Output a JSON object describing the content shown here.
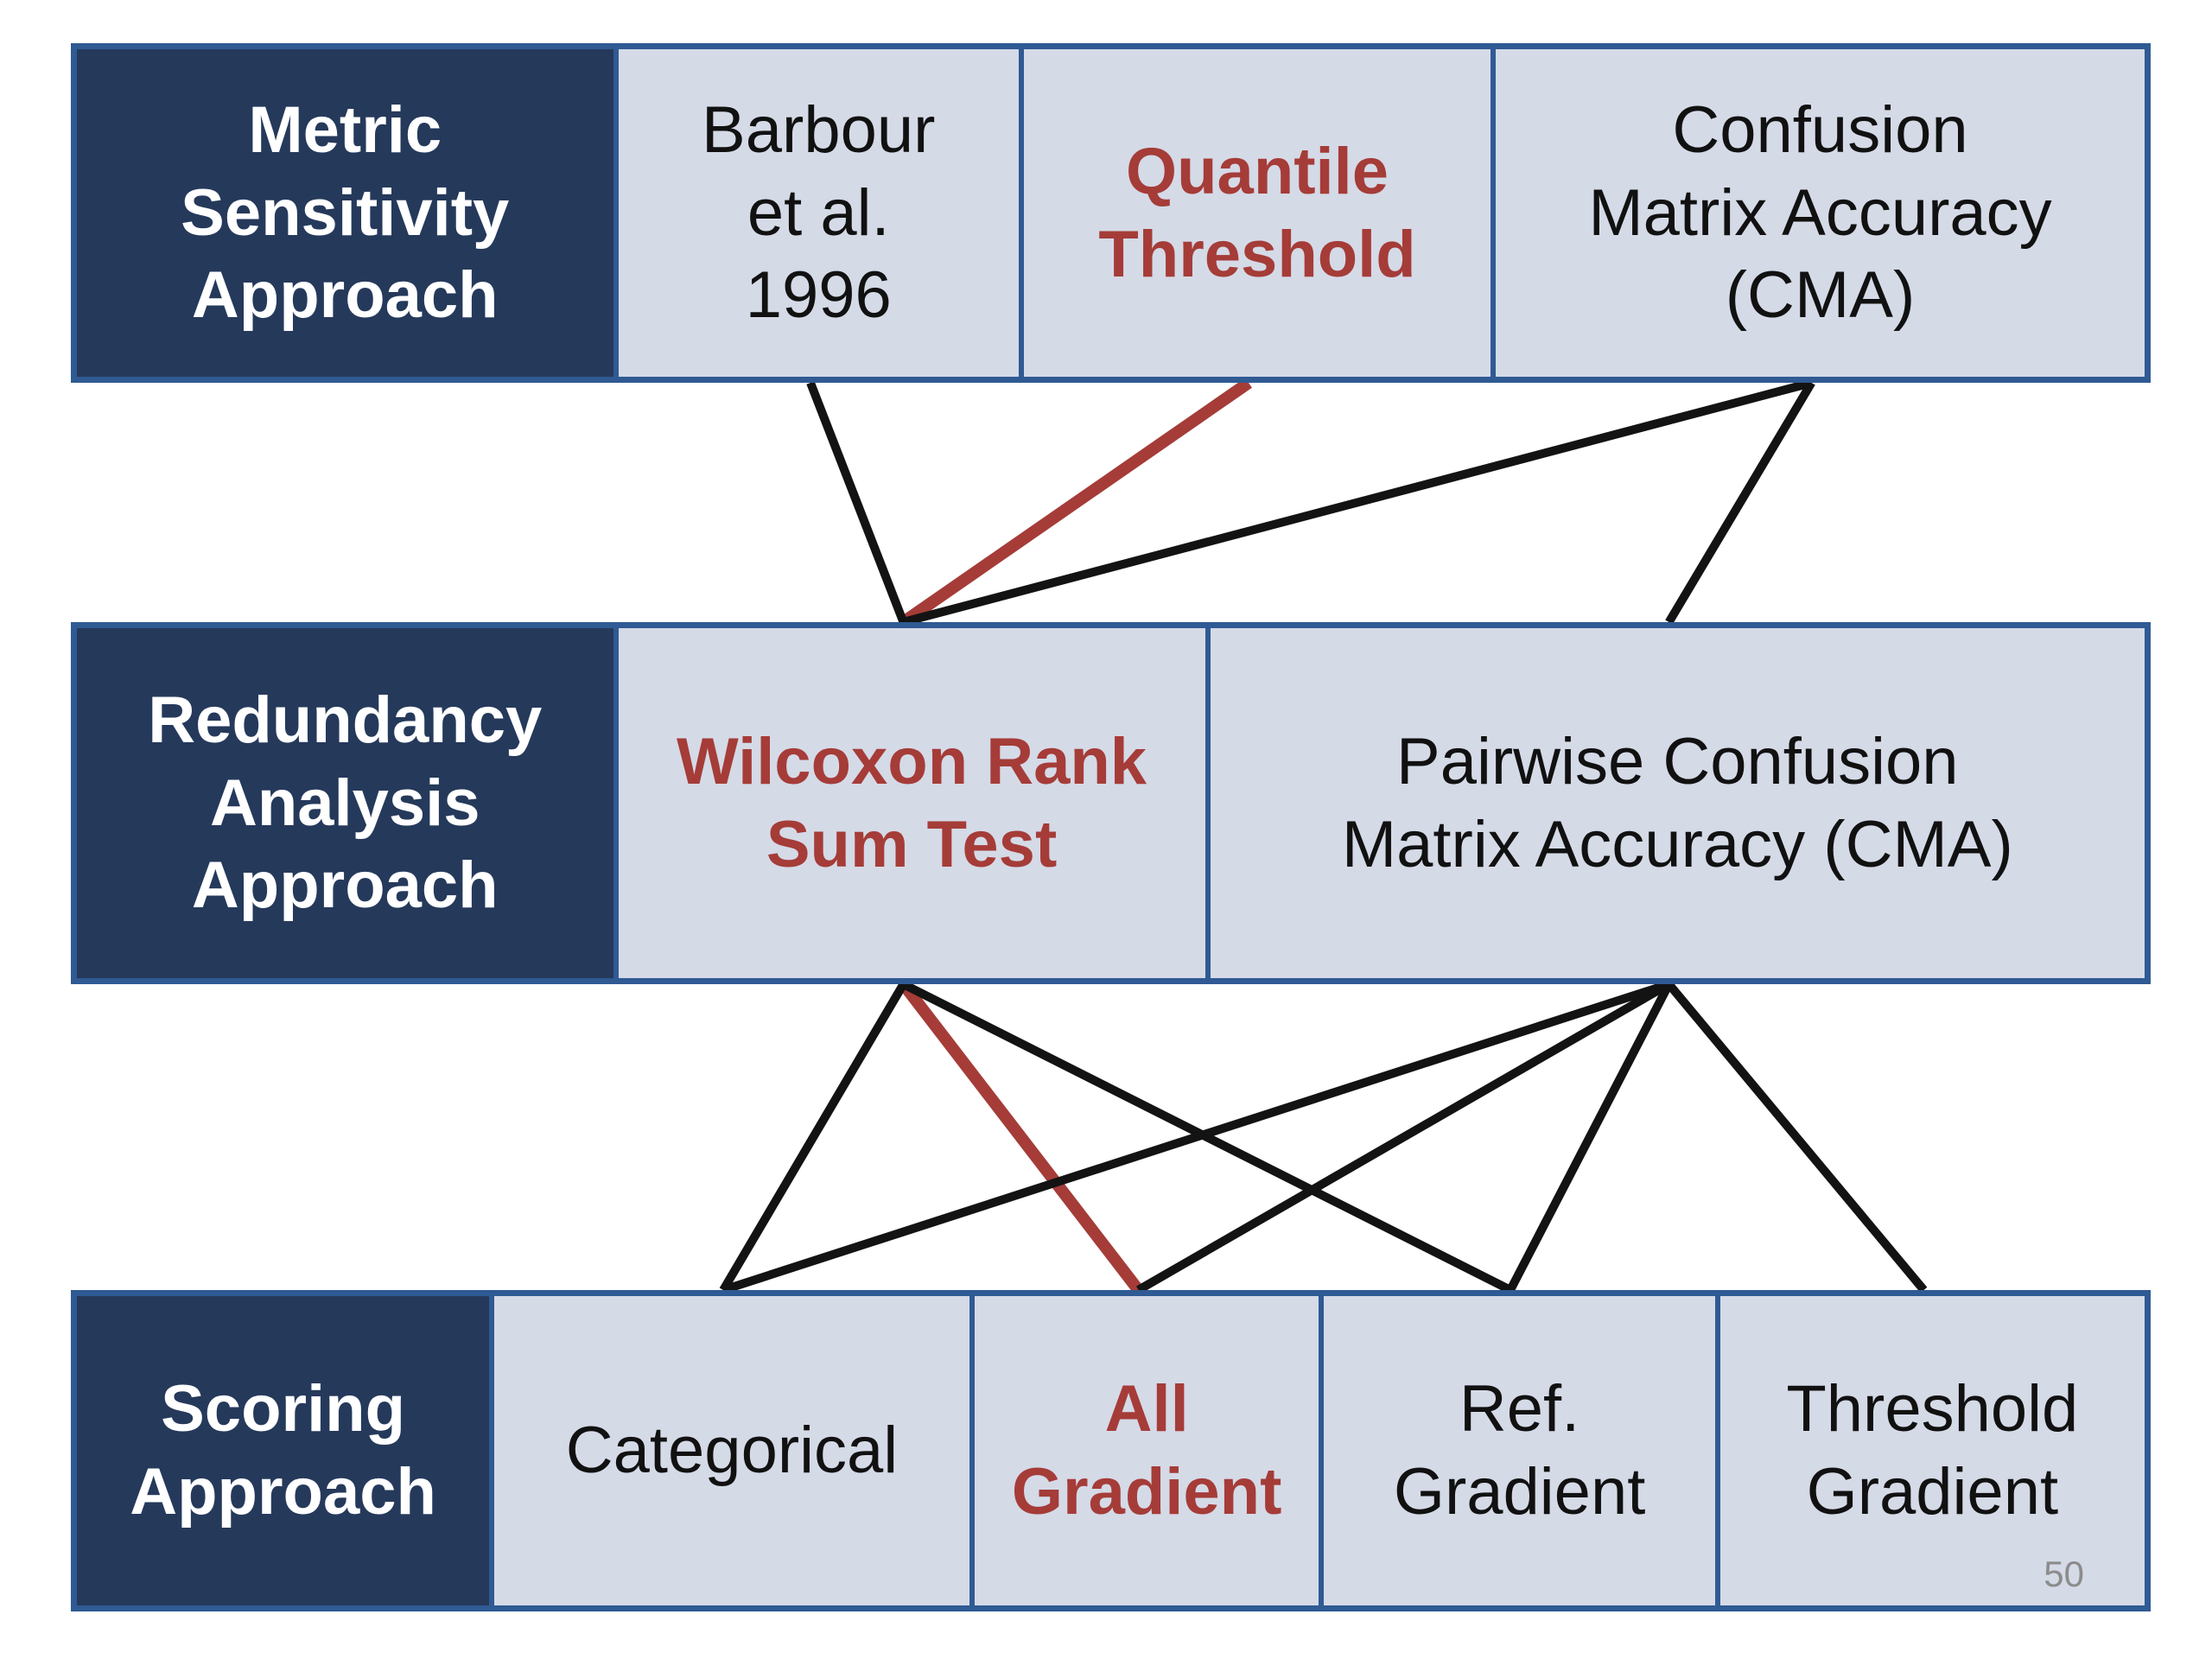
{
  "slide": {
    "page_number": "50"
  },
  "colors": {
    "header_bg": "#25395B",
    "cell_bg": "#D5DAE7",
    "border": "#2F5A93",
    "header_text": "#FFFFFF",
    "cell_text": "#111111",
    "accent_red": "#A53C38",
    "line_black": "#131313",
    "page_number": "#8C8C8C"
  },
  "rows": [
    {
      "header": "Metric\nSensitivity\nApproach",
      "cells": [
        {
          "id": "barbour",
          "label": "Barbour\net al.\n1996",
          "emphasized": false
        },
        {
          "id": "quantile",
          "label": "Quantile\nThreshold",
          "emphasized": true
        },
        {
          "id": "cma",
          "label": "Confusion\nMatrix Accuracy\n(CMA)",
          "emphasized": false
        }
      ]
    },
    {
      "header": "Redundancy\nAnalysis\nApproach",
      "cells": [
        {
          "id": "wilcoxon",
          "label": "Wilcoxon Rank\nSum Test",
          "emphasized": true
        },
        {
          "id": "pairwise",
          "label": "Pairwise Confusion\nMatrix Accuracy (CMA)",
          "emphasized": false
        }
      ]
    },
    {
      "header": "Scoring\nApproach",
      "cells": [
        {
          "id": "categorical",
          "label": "Categorical",
          "emphasized": false
        },
        {
          "id": "all_gradient",
          "label": "All\nGradient",
          "emphasized": true
        },
        {
          "id": "ref_gradient",
          "label": "Ref.\nGradient",
          "emphasized": false
        },
        {
          "id": "threshold_gradient",
          "label": "Threshold\nGradient",
          "emphasized": false
        }
      ]
    }
  ],
  "connections": [
    {
      "from": "quantile",
      "to": "wilcoxon",
      "color": "red"
    },
    {
      "from": "wilcoxon",
      "to": "all_gradient",
      "color": "red"
    },
    {
      "from": "barbour",
      "to": "wilcoxon",
      "color": "black"
    },
    {
      "from": "cma",
      "to": "wilcoxon",
      "color": "black"
    },
    {
      "from": "cma",
      "to": "pairwise",
      "color": "black"
    },
    {
      "from": "wilcoxon",
      "to": "categorical",
      "color": "black"
    },
    {
      "from": "wilcoxon",
      "to": "ref_gradient",
      "color": "black"
    },
    {
      "from": "pairwise",
      "to": "categorical",
      "color": "black"
    },
    {
      "from": "pairwise",
      "to": "all_gradient",
      "color": "black"
    },
    {
      "from": "pairwise",
      "to": "ref_gradient",
      "color": "black"
    },
    {
      "from": "pairwise",
      "to": "threshold_gradient",
      "color": "black"
    }
  ]
}
